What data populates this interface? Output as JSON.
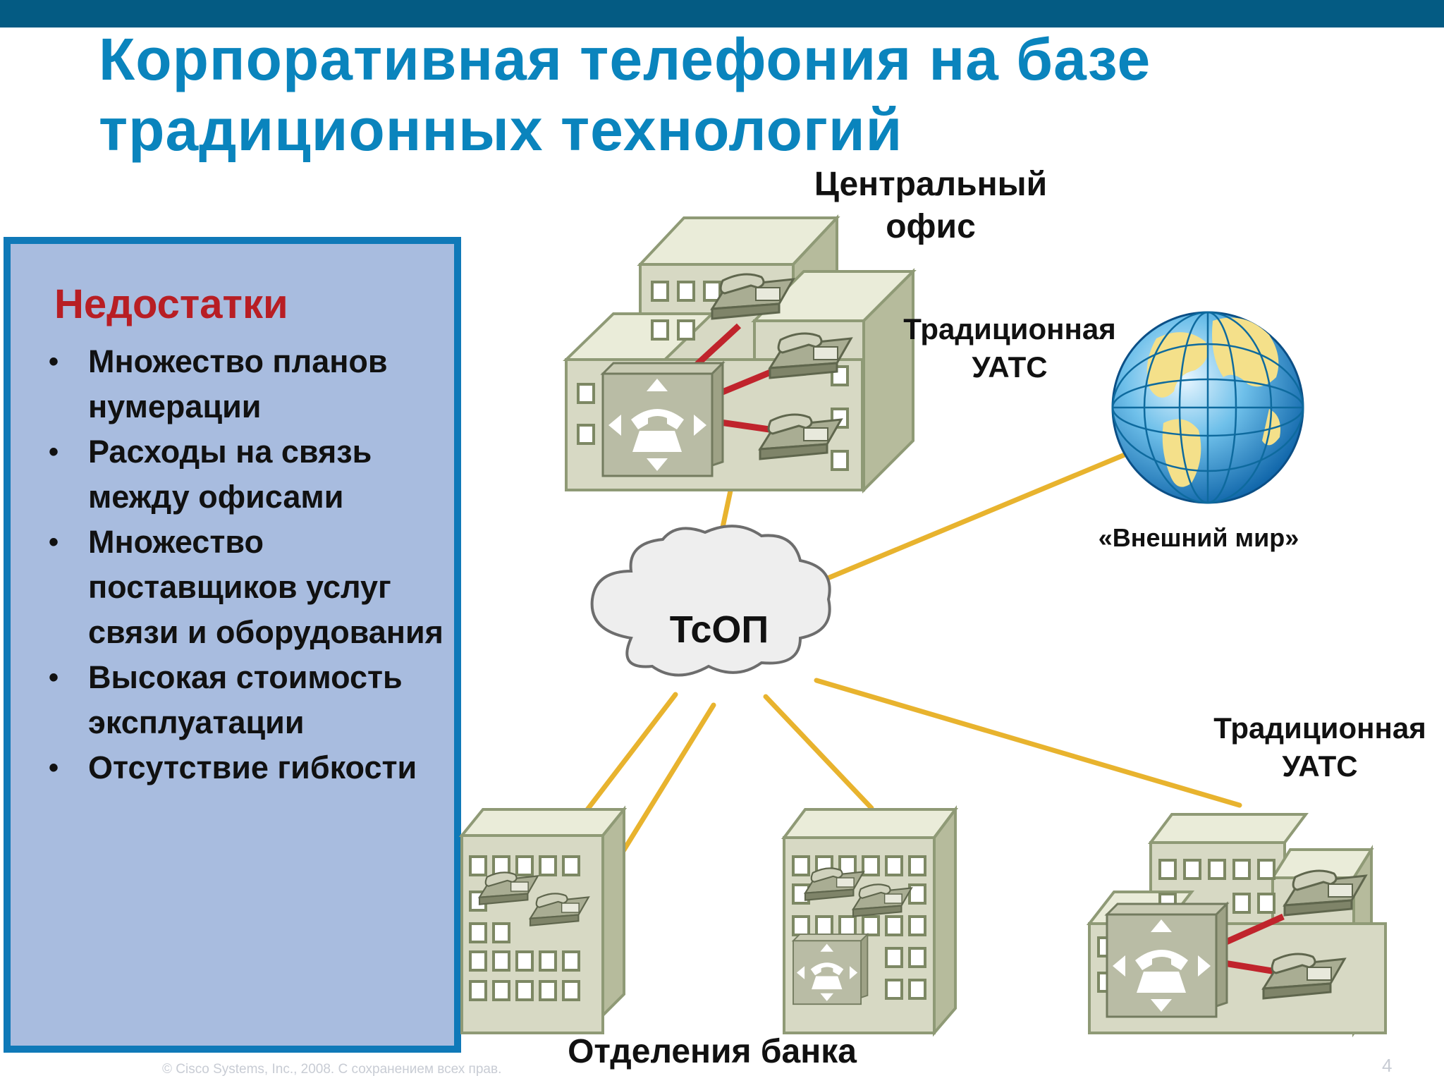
{
  "slide": {
    "title": "Корпоративная телефония на базе традиционных технологий",
    "footer": "© Cisco Systems, Inc., 2008. С сохранением всех прав.",
    "page_number": "4"
  },
  "drawbacks": {
    "heading": "Недостатки",
    "items": [
      "Множество планов нумерации",
      "Расходы на связь между офисами",
      "Множество поставщиков услуг связи и оборудования",
      "Высокая стоимость эксплуатации",
      "Отсутствие гибкости"
    ]
  },
  "diagram": {
    "central_office_label": "Центральный офис",
    "pbx_label_central": "Традиционная УАТС",
    "outside_world_label": "«Внешний мир»",
    "network_label": "ТсОП",
    "pbx_label_branch": "Традиционная УАТС",
    "branches_label": "Отделения банка",
    "colors": {
      "trunk_line": "#e8b32e",
      "pbx_link": "#c0242c",
      "building": "#d7d9c4",
      "building_edge": "#8f9a76",
      "accent": "#0a84bd",
      "panel_border": "#0f79b8",
      "panel_fill": "#a8bcdf",
      "heading_red": "#b81e24"
    },
    "icons": [
      "building-icon",
      "pbx-icon",
      "desk-phone-icon",
      "globe-icon",
      "cloud-icon"
    ]
  }
}
